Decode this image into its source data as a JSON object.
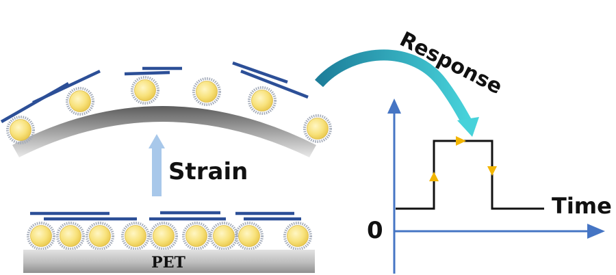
{
  "labels": {
    "substrate": "PET",
    "strain": "Strain",
    "response": "Response",
    "time_axis": "Time",
    "origin": "0"
  },
  "colors": {
    "background": "#ffffff",
    "nanosheet": "#2c4f97",
    "particle": "#f7e07a",
    "particle_edge": "#9aa3b3",
    "strain_arrow": "#a8c8ea",
    "response_arrow": "#3ac2cc",
    "axis": "#4575c4",
    "signal": "#111111",
    "signal_marker": "#f2b500",
    "substrate": "#b9b9b9"
  },
  "icons": {
    "strain_arrow": "up-arrow-icon",
    "response_arrow": "curved-arrow-icon"
  }
}
